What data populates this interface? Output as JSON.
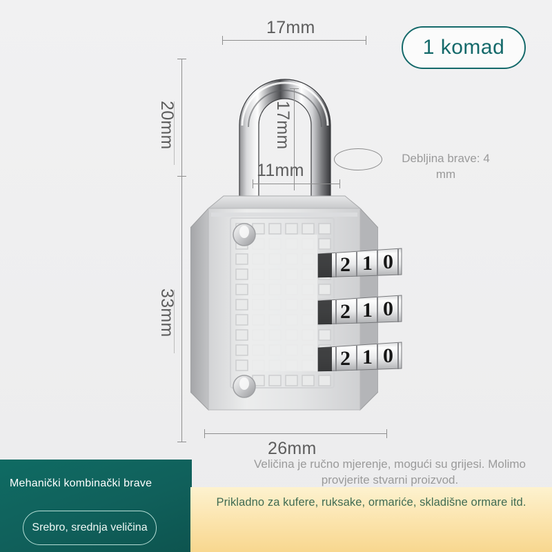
{
  "badge": {
    "label": "1 komad"
  },
  "dimensions": {
    "shackle_outer_width": "17mm",
    "shackle_inner_height": "17mm",
    "shackle_inner_width": "11mm",
    "shackle_height": "20mm",
    "body_height": "33mm",
    "body_width": "26mm",
    "thickness_note": "Debljina brave: 4\nmm"
  },
  "disclaimer": "Veličina je ručno mjerenje, mogući su grijesi. Molimo\nprovjerite stvarni proizvod.",
  "product": {
    "title": "Mehanički kombinački brave",
    "variant": "Srebro, srednja\nveličina"
  },
  "usage_banner": "Prikladno za kufere, ruksake, ormariće, skladišne ormare itd.",
  "lock": {
    "dial_digits": [
      "2",
      "1",
      "0"
    ],
    "dial_count": 3
  },
  "colors": {
    "background": "#f0f0f1",
    "badge_accent": "#14696a",
    "panel_green": "#0f6b63",
    "banner_yellow": "#fbe3ab",
    "banner_text": "#3f6b52",
    "dimension_gray": "#5d5d5d",
    "note_gray": "#9a9a9a"
  }
}
